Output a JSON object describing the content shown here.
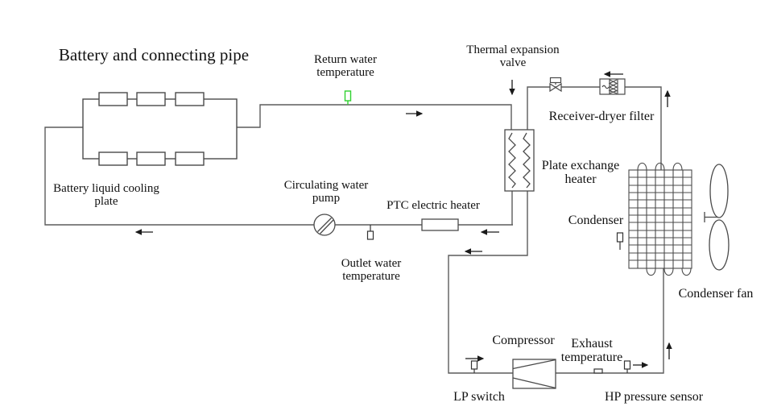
{
  "diagram": {
    "title": "Battery and connecting pipe",
    "labels": {
      "battery_plate": "Battery liquid cooling\nplate",
      "return_water": "Return water\ntemperature",
      "thermal_expansion_valve": "Thermal expansion\nvalve",
      "receiver_dryer": "Receiver-dryer filter",
      "plate_exchange_heater": "Plate exchange\nheater",
      "condenser": "Condenser",
      "condenser_fan": "Condenser fan",
      "circulating_pump": "Circulating water\npump",
      "ptc_heater": "PTC electric heater",
      "outlet_water": "Outlet water\ntemperature",
      "compressor": "Compressor",
      "exhaust_temperature": "Exhaust\ntemperature",
      "lp_switch": "LP switch",
      "hp_pressure_sensor": "HP pressure sensor"
    },
    "icons": {
      "battery_cooling_plate": "rectangle-loop-with-six-cells",
      "circulating_pump": "circle-with-impeller-lines",
      "ptc_heater": "inline-rectangle",
      "plate_heat_exchanger": "rectangle-with-two-zigzags",
      "thermal_expansion_valve": "bowtie-valve-with-actuator",
      "receiver_dryer_filter": "box-with-tilde-and-mesh",
      "condenser": "finned-coil-grid",
      "condenser_fan": "two-blade-ellipse-fan",
      "compressor": "rectangle-with-fan-out-lines",
      "temperature_sensor": "small-rect-probe",
      "pressure_sensor": "small-rect-probe"
    },
    "colors": {
      "background": "#ffffff",
      "pipe": "#5c5c5c",
      "component_outline": "#4a4a4a",
      "arrow": "#1a1a1a",
      "text": "#111111",
      "return_sensor_green": "#2fd12f"
    }
  }
}
